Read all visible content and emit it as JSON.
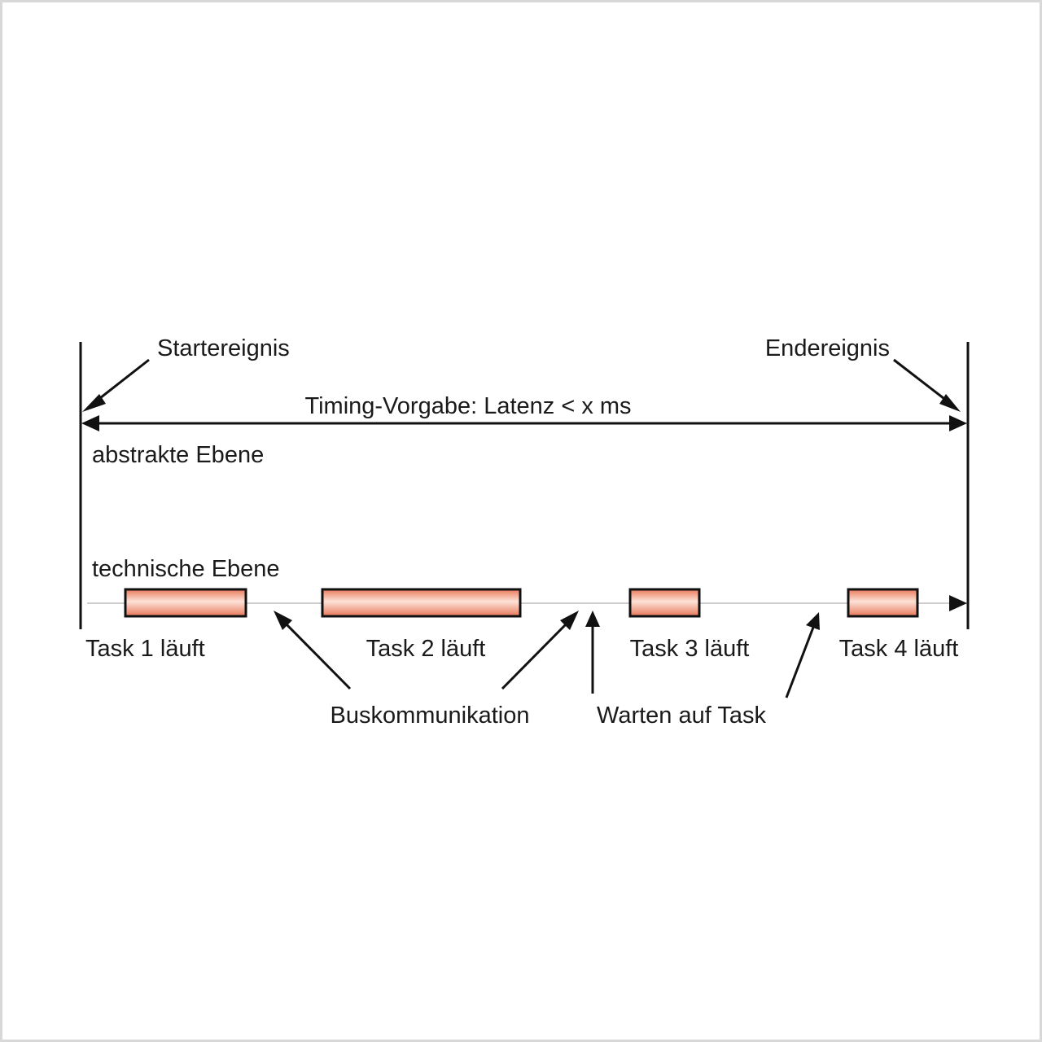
{
  "diagram": {
    "start_event": "Startereignis",
    "end_event": "Endereignis",
    "timing_requirement": "Timing-Vorgabe: Latenz < x ms",
    "abstract_level": "abstrakte Ebene",
    "technical_level": "technische Ebene",
    "tasks": [
      {
        "label": "Task 1 läuft"
      },
      {
        "label": "Task 2 läuft"
      },
      {
        "label": "Task 3 läuft"
      },
      {
        "label": "Task 4 läuft"
      }
    ],
    "bus_communication": "Buskommunikation",
    "waiting_for_task": "Warten auf Task"
  },
  "colors": {
    "task_fill_light": "#fde2d6",
    "task_fill_dark": "#e8795a",
    "line": "#111111",
    "timeline": "#bdbdbd"
  }
}
